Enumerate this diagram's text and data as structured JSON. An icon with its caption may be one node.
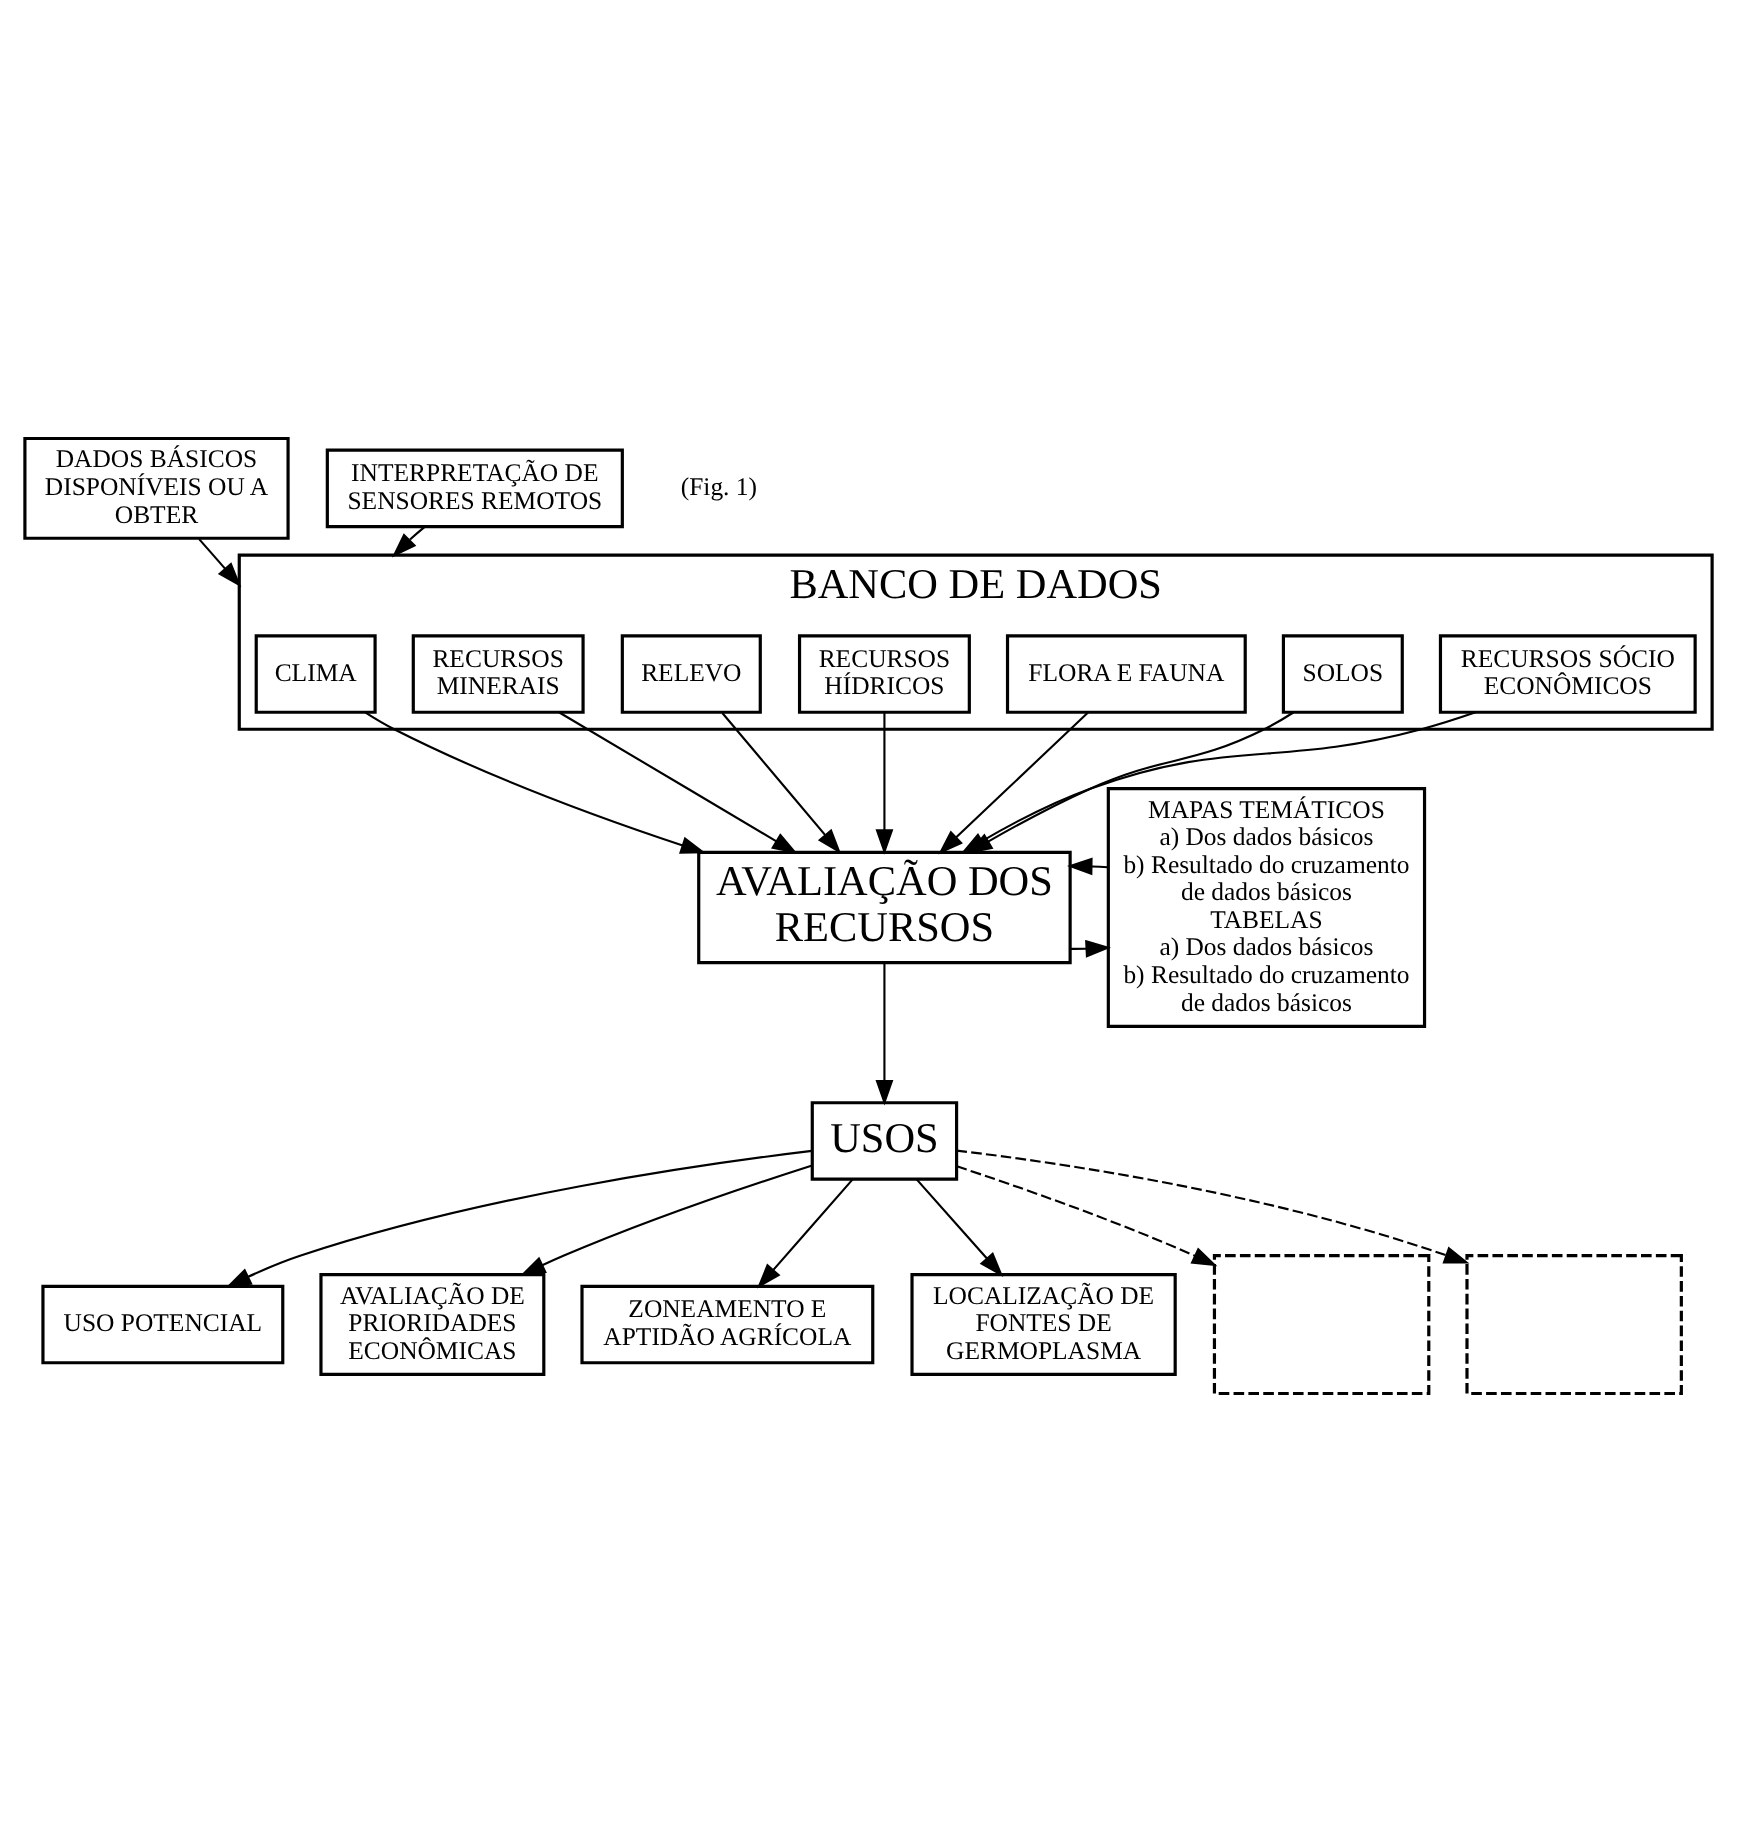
{
  "diagram": {
    "nodes": [
      {
        "text": [
          "DADOS BÁSICOS DISPONÍVEIS OU A OBTER"
        ]
      },
      {
        "text": [
          "INTERPRETAÇÃO DE SENSORES REMOTOS"
        ]
      },
      {
        "text": [
          "BANCO DE DADOS"
        ]
      },
      {
        "text": [
          "CLIMA"
        ],
        "in": 2
      },
      {
        "text": [
          "RECURSOS MINERAIS"
        ],
        "in": 2
      },
      {
        "text": [
          "RELEVO"
        ],
        "in": 2
      },
      {
        "text": [
          "RECURSOS HÍDRICOS"
        ],
        "in": 2
      },
      {
        "text": [
          "FLORA E FAUNA"
        ],
        "in": 2
      },
      {
        "text": [
          "SOLOS"
        ],
        "in": 2
      },
      {
        "text": [
          "RECURSOS SÓCIO ECONÔMICOS"
        ],
        "in": 2
      },
      {
        "text": [
          "AVALIAÇÃO DOS RECURSOS"
        ]
      },
      {
        "text": [
          "MAPAS TEMÁTICOS",
          "a) Dos dados básicos",
          "b) Resultado do cruzamento de dados básicos",
          "TABELAS",
          "a) Dos dados básicos",
          "b) Resultado do cruzamento de dados básicos"
        ]
      },
      {
        "text": [
          "USOS"
        ]
      },
      {
        "text": [
          "USO POTENCIAL"
        ]
      },
      {
        "text": [
          "AVALIAÇÃO DE PRIORIDADES ECONÔMICAS"
        ]
      },
      {
        "text": [
          "ZONEAMENTO E APTIDÃO AGRÍCOLA"
        ]
      },
      {
        "text": [
          "LOCALIZAÇÃO DE FONTES DE GERMOPLASMA"
        ]
      },
      {
        "text": [],
        "shape": "box"
      },
      {
        "text": [],
        "shape": "box"
      }
    ],
    "edges": [
      {
        "from": 0,
        "to": 2,
        "arrow": "to"
      },
      {
        "from": 1,
        "to": 2,
        "arrow": "to"
      },
      {
        "from": 3,
        "to": 10,
        "arrow": "to"
      },
      {
        "from": 4,
        "to": 10,
        "arrow": "to"
      },
      {
        "from": 5,
        "to": 10,
        "arrow": "to"
      },
      {
        "from": 6,
        "to": 10,
        "arrow": "to"
      },
      {
        "from": 7,
        "to": 10,
        "arrow": "to"
      },
      {
        "from": 8,
        "to": 10,
        "arrow": "to"
      },
      {
        "from": 9,
        "to": 10,
        "arrow": "to"
      },
      {
        "from": 10,
        "to": 11,
        "arrow": "to"
      },
      {
        "from": 11,
        "to": 10,
        "arrow": "to"
      },
      {
        "from": 10,
        "to": 12,
        "arrow": "to"
      },
      {
        "from": 12,
        "to": 13,
        "arrow": "to"
      },
      {
        "from": 12,
        "to": 14,
        "arrow": "to"
      },
      {
        "from": 12,
        "to": 15,
        "arrow": "to"
      },
      {
        "from": 12,
        "to": 16,
        "arrow": "to"
      },
      {
        "from": 12,
        "to": 17,
        "arrow": "to",
        "style": "dashed"
      },
      {
        "from": 12,
        "to": 18,
        "arrow": "to",
        "style": "dashed"
      }
    ],
    "labels": [
      "(Fig. 1)"
    ]
  }
}
